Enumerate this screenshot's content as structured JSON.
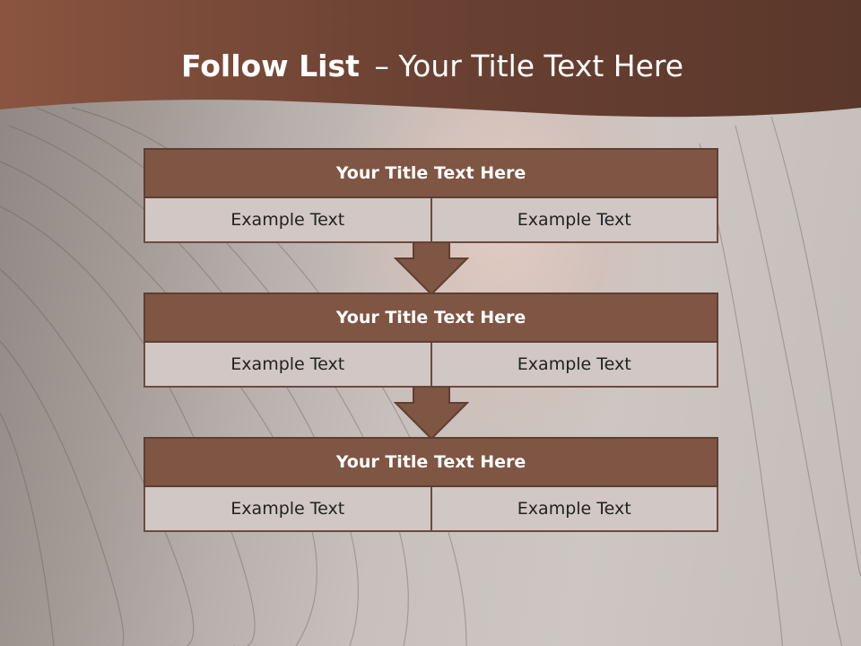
{
  "slide": {
    "title_bold": "Follow List",
    "title_rest": "– Your Title Text Here"
  },
  "colors": {
    "header": "#7a4c3a",
    "block_title": "#7f5543",
    "block_cell": "#d1c7c4",
    "border": "#5e3f31"
  },
  "steps": [
    {
      "title": "Your Title Text Here",
      "left": "Example Text",
      "right": "Example Text"
    },
    {
      "title": "Your Title Text Here",
      "left": "Example Text",
      "right": "Example Text"
    },
    {
      "title": "Your Title Text Here",
      "left": "Example Text",
      "right": "Example Text"
    }
  ],
  "connectors": [
    "down-arrow-icon",
    "down-arrow-icon"
  ]
}
